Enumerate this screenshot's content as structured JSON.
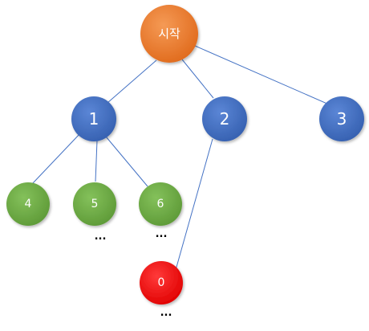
{
  "diagram": {
    "nodes": {
      "start": {
        "label": "시작",
        "color": "#ED7D31"
      },
      "n1": {
        "label": "1",
        "color": "#4472C4"
      },
      "n2": {
        "label": "2",
        "color": "#4472C4"
      },
      "n3": {
        "label": "3",
        "color": "#4472C4"
      },
      "n4": {
        "label": "4",
        "color": "#70AD47"
      },
      "n5": {
        "label": "5",
        "color": "#70AD47"
      },
      "n6": {
        "label": "6",
        "color": "#70AD47"
      },
      "n0": {
        "label": "0",
        "color": "#FF0000"
      }
    },
    "edges": [
      [
        "start",
        "n1"
      ],
      [
        "start",
        "n2"
      ],
      [
        "start",
        "n3"
      ],
      [
        "n1",
        "n4"
      ],
      [
        "n1",
        "n5"
      ],
      [
        "n1",
        "n6"
      ],
      [
        "n2",
        "n0"
      ]
    ],
    "ellipsis": "...",
    "edge_color": "#4472C4"
  }
}
